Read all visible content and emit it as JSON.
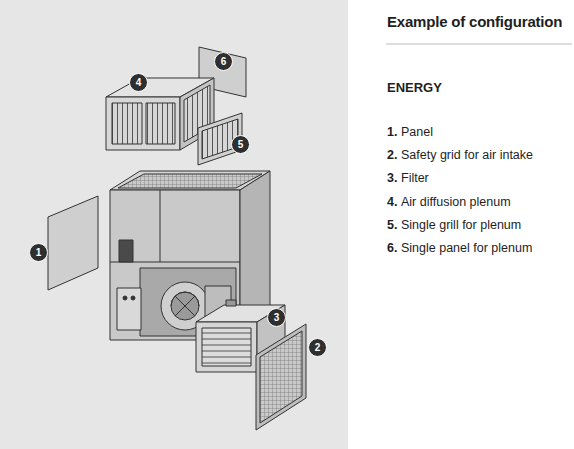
{
  "diagram": {
    "title": "Example of configuration",
    "labels": [
      "6",
      "4",
      "5",
      "1",
      "3",
      "2",
      "ENERGY",
      "1.",
      "Panel",
      "2.",
      "Safety grid for air intake",
      "3.",
      "Filter",
      "4.",
      "Air diffusion plenum",
      "5.",
      "Single grill for plenum",
      "6.",
      "Single panel for plenum"
    ]
  }
}
